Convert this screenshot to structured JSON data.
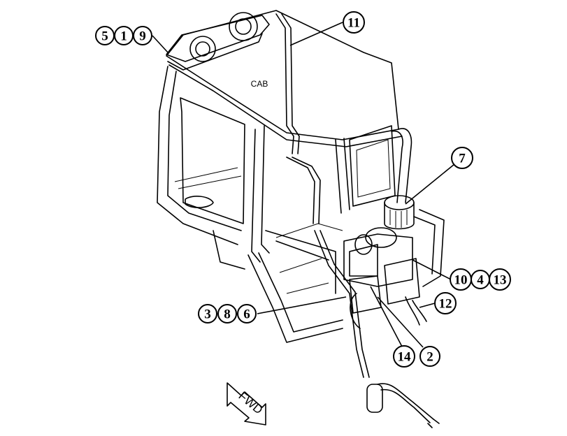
{
  "cab_label": "CAB",
  "fwd_label": "FWD",
  "callouts": {
    "group_fan": [
      "5",
      "1",
      "9"
    ],
    "tube_top": "11",
    "top_right": "7",
    "right_group": [
      "10",
      "4",
      "13"
    ],
    "right_12": "12",
    "left_group": [
      "3",
      "8",
      "6"
    ],
    "bottom_14": "14",
    "bottom_2": "2"
  }
}
